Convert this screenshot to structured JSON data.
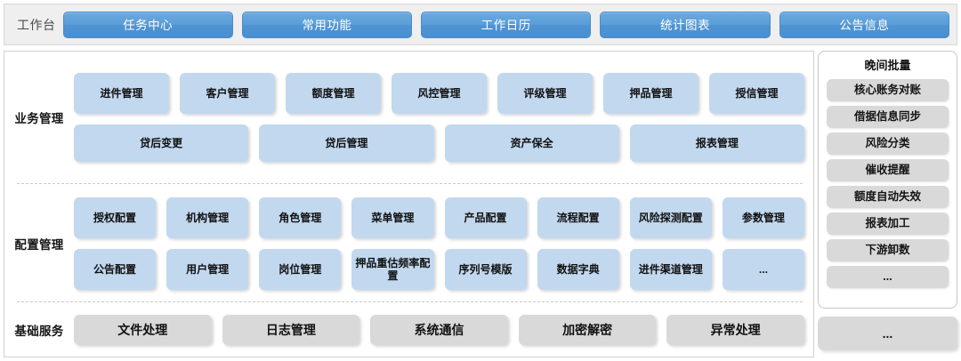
{
  "header": {
    "title": "工作台",
    "tabs": [
      {
        "label": "任务中心"
      },
      {
        "label": "常用功能"
      },
      {
        "label": "工作日历"
      },
      {
        "label": "统计图表"
      },
      {
        "label": "公告信息"
      }
    ],
    "accent_color": "#5b9ed8"
  },
  "bands": [
    {
      "label": "业务管理",
      "tile_color": "#c1d8ef",
      "rows": [
        [
          {
            "label": "进件管理"
          },
          {
            "label": "客户管理"
          },
          {
            "label": "额度管理"
          },
          {
            "label": "风控管理"
          },
          {
            "label": "评级管理"
          },
          {
            "label": "押品管理"
          },
          {
            "label": "授信管理"
          }
        ],
        [
          {
            "label": "贷后变更"
          },
          {
            "label": "贷后管理"
          },
          {
            "label": "资产保全"
          },
          {
            "label": "报表管理"
          }
        ]
      ]
    },
    {
      "label": "配置管理",
      "tile_color": "#c1d8ef",
      "rows": [
        [
          {
            "label": "授权配置"
          },
          {
            "label": "机构管理"
          },
          {
            "label": "角色管理"
          },
          {
            "label": "菜单管理"
          },
          {
            "label": "产品配置"
          },
          {
            "label": "流程配置"
          },
          {
            "label": "风险探测配置"
          },
          {
            "label": "参数管理"
          }
        ],
        [
          {
            "label": "公告配置"
          },
          {
            "label": "用户管理"
          },
          {
            "label": "岗位管理"
          },
          {
            "label": "押品重估频率配置"
          },
          {
            "label": "序列号模版"
          },
          {
            "label": "数据字典"
          },
          {
            "label": "进件渠道管理"
          },
          {
            "label": "..."
          }
        ]
      ]
    },
    {
      "label": "基础服务",
      "tile_color": "#d9d9d9",
      "rows": [
        [
          {
            "label": "文件处理"
          },
          {
            "label": "日志管理"
          },
          {
            "label": "系统通信"
          },
          {
            "label": "加密解密"
          },
          {
            "label": "异常处理"
          }
        ]
      ]
    }
  ],
  "right_panel": {
    "batch": {
      "title": "晚间批量",
      "items": [
        {
          "label": "核心账务对账"
        },
        {
          "label": "借据信息同步"
        },
        {
          "label": "风险分类"
        },
        {
          "label": "催收提醒"
        },
        {
          "label": "额度自动失效"
        },
        {
          "label": "报表加工"
        },
        {
          "label": "下游卸数"
        },
        {
          "label": "..."
        }
      ]
    },
    "more_label": "..."
  }
}
